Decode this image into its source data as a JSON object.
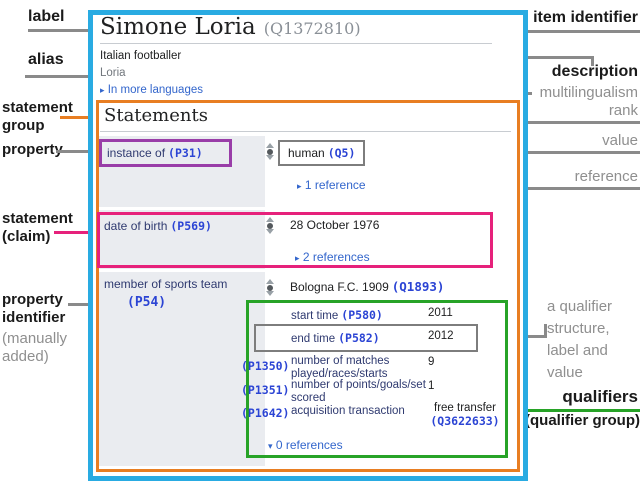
{
  "colors": {
    "outer_frame": "#29ABE2",
    "statement_group_frame": "#E87E22",
    "property_frame": "#993DA8",
    "statement_frame": "#E6217B",
    "qualifier_frame": "#27A327",
    "link_blue": "#3366cc",
    "id_blue": "#2b44d4",
    "property_cell_bg": "#eaecf0",
    "connector_gray": "#8a8a8a"
  },
  "icons": {
    "expand": "▸",
    "collapse": "▾"
  },
  "annotations": {
    "label": "label",
    "item_identifier": "item identifier",
    "alias": "alias",
    "description": "description",
    "multilingualism": "multilingualism",
    "statement_group_line1": "statement",
    "statement_group_line2": "group",
    "rank": "rank",
    "property": "property",
    "value": "value",
    "reference": "reference",
    "statement_claim_line1": "statement",
    "statement_claim_line2": "(claim)",
    "property_identifier_line1": "property",
    "property_identifier_line2": "identifier",
    "manually_added_line1": "(manually",
    "manually_added_line2": "added)",
    "qualifier_structure": "a qualifier structure, label and value",
    "qualifiers": "qualifiers",
    "qualifier_group": "(qualifier group)"
  },
  "item": {
    "label": "Simone Loria",
    "id": "(Q1372810)",
    "description": "Italian footballer",
    "alias": "Loria",
    "more_languages": "In more languages",
    "statements_header": "Statements"
  },
  "statements": {
    "instance_of": {
      "label": "instance of",
      "pid": "(P31)",
      "value": "human",
      "value_qid": "(Q5)",
      "references": "1 reference"
    },
    "date_of_birth": {
      "label": "date of birth",
      "pid": "(P569)",
      "value": "28 October 1976",
      "references": "2 references"
    },
    "member_of_sports_team": {
      "label": "member of sports team",
      "pid": "(P54)",
      "value": "Bologna F.C. 1909",
      "value_qid": "(Q1893)",
      "references": "0 references",
      "qualifiers": [
        {
          "label": "start time",
          "pid": "(P580)",
          "value": "2011"
        },
        {
          "label": "end time",
          "pid": "(P582)",
          "value": "2012"
        },
        {
          "pid": "(P1350)",
          "label": "number of matches played/races/starts",
          "value": "9"
        },
        {
          "pid": "(P1351)",
          "label": "number of points/goals/set scored",
          "value": "1"
        },
        {
          "pid": "(P1642)",
          "label": "acquisition transaction",
          "value": "free transfer",
          "value_qid": "(Q3622633)"
        }
      ]
    }
  }
}
